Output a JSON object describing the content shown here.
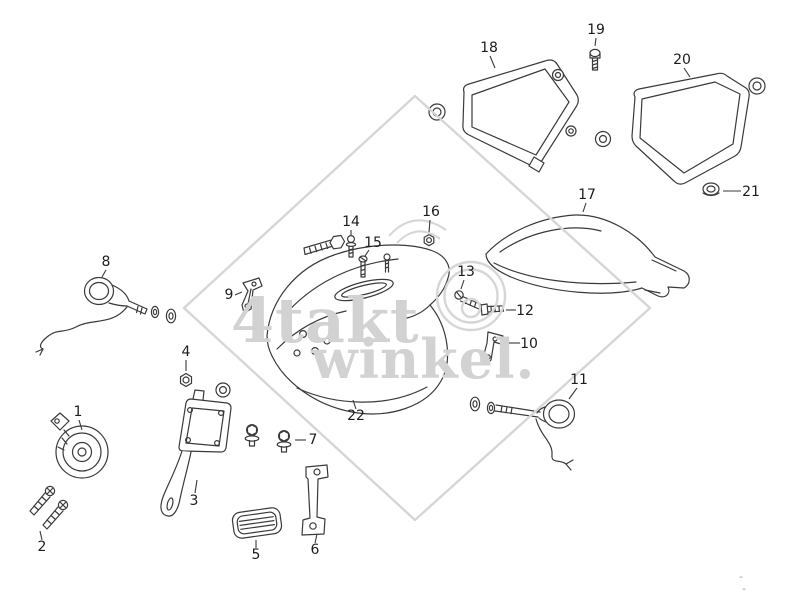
{
  "diagram": {
    "background_color": "#ffffff",
    "line_color": "#3a3a3a",
    "label_color": "#1c1c1c"
  },
  "watermark": {
    "word1": "4takt",
    "word2": "winkel.",
    "color": "#d2d2d2"
  },
  "part_labels": [
    "1",
    "2",
    "3",
    "4",
    "5",
    "6",
    "7",
    "8",
    "9",
    "10",
    "11",
    "12",
    "13",
    "14",
    "15",
    "16",
    "17",
    "18",
    "19",
    "20",
    "21",
    "22"
  ],
  "corner_marks": [
    "-",
    "-"
  ]
}
